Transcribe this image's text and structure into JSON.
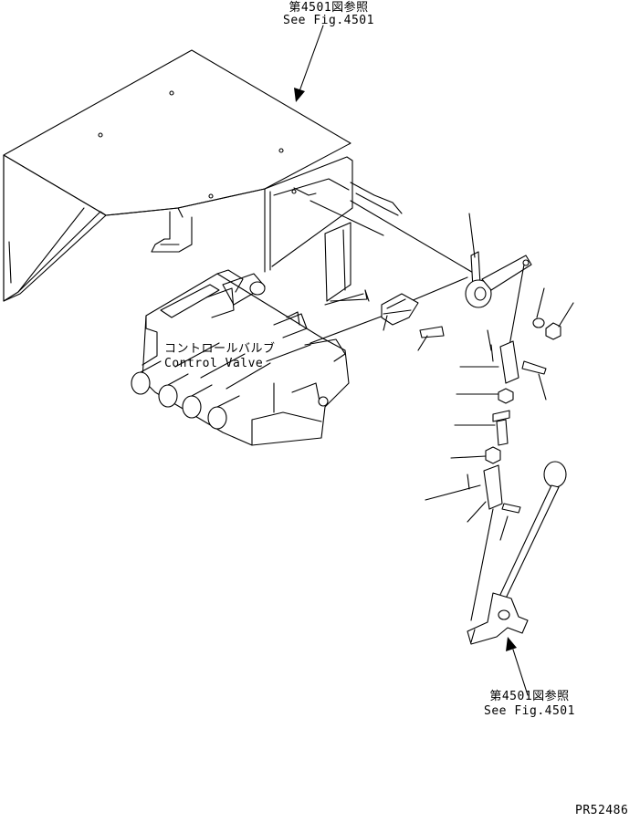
{
  "references": {
    "top_jp": "第4501図参照",
    "top_en": "See Fig.4501",
    "bottom_jp": "第4501図参照",
    "bottom_en": "See Fig.4501"
  },
  "component": {
    "jp": "コントロールバルブ",
    "en": "Control Valve"
  },
  "drawing_number": "PR52486"
}
